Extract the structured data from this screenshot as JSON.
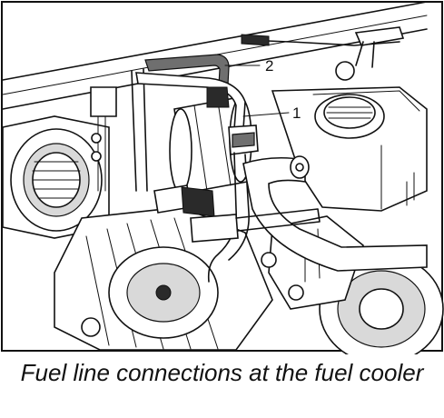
{
  "caption": "Fuel line connections at the fuel cooler",
  "callouts": [
    {
      "label": "1"
    },
    {
      "label": "2"
    }
  ]
}
